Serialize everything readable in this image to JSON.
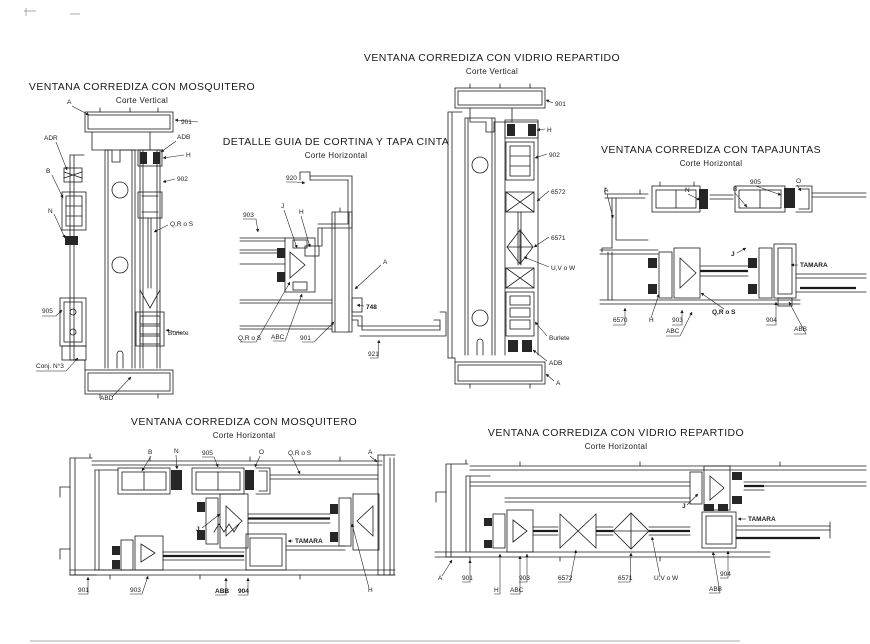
{
  "sheet": {
    "background": "#ffffff",
    "ink": "#1b1b1b"
  },
  "panels": [
    {
      "id": "mosquitero-vertical",
      "title": "VENTANA CORREDIZA CON MOSQUITERO",
      "subtitle": "Corte Vertical",
      "labels": [
        "A",
        "901",
        "ADR",
        "ADB",
        "H",
        "B",
        "902",
        "N",
        "Q,R o S",
        "905",
        "Burlete",
        "Conj. N°3",
        "ABD"
      ]
    },
    {
      "id": "vidrio-repartido-vertical",
      "title": "VENTANA CORREDIZA CON VIDRIO REPARTIDO",
      "subtitle": "Corte Vertical",
      "labels": [
        "901",
        "H",
        "902",
        "6572",
        "6571",
        "U,V o W",
        "Burlete",
        "ADB",
        "A"
      ]
    },
    {
      "id": "detalle-guia-cortina",
      "title": "DETALLE GUIA DE CORTINA Y TAPA CINTA",
      "subtitle": "Corte Horizontal",
      "labels": [
        "920",
        "J",
        "H",
        "903",
        "A",
        "748",
        "Q,R o S",
        "ABC",
        "901",
        "921"
      ]
    },
    {
      "id": "tapajuntas-horizontal",
      "title": "VENTANA CORREDIZA CON TAPAJUNTAS",
      "subtitle": "Corte Horizontal",
      "labels": [
        "A",
        "N",
        "B",
        "905",
        "O",
        "J",
        "TAMARA",
        "Q,R o S",
        "6570",
        "H",
        "903",
        "ABC",
        "904",
        "ABB"
      ]
    },
    {
      "id": "mosquitero-horizontal",
      "title": "VENTANA CORREDIZA CON MOSQUITERO",
      "subtitle": "Corte Horizontal",
      "labels": [
        "B",
        "N",
        "905",
        "O",
        "Q,R o S",
        "A",
        "J",
        "TAMARA",
        "901",
        "903",
        "ABB",
        "904",
        "H"
      ]
    },
    {
      "id": "vidrio-repartido-horizontal",
      "title": "VENTANA CORREDIZA CON VIDRIO REPARTIDO",
      "subtitle": "Corte Horizontal",
      "labels": [
        "A",
        "901",
        "H",
        "903",
        "ABC",
        "6572",
        "6571",
        "U,V o W",
        "ABB",
        "904",
        "TAMARA",
        "J"
      ]
    }
  ]
}
